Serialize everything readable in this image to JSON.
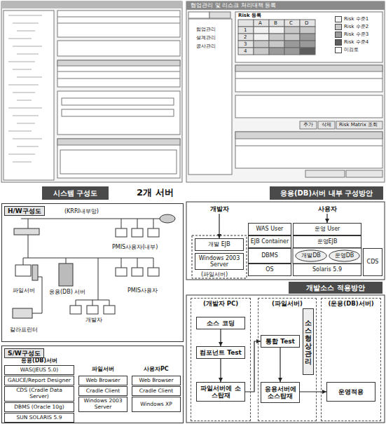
{
  "diagram": {
    "nodes": [
      {
        "text": [
          "시스템 구성도"
        ]
      },
      {
        "text": [
          "응용(DB)서버 내부 구성방안"
        ]
      },
      {
        "text": [
          "H/W구성도"
        ]
      },
      {
        "text": [
          "개발자"
        ]
      },
      {
        "text": [
          "사용자"
        ]
      },
      {
        "text": [
          "개발 EJB"
        ]
      },
      {
        "text": [
          "Windows 2003 Server"
        ]
      },
      {
        "text": [
          "WAS User"
        ]
      },
      {
        "text": [
          "운영 User"
        ]
      },
      {
        "text": [
          "EJB Container"
        ]
      },
      {
        "text": [
          "운영EJB"
        ]
      },
      {
        "text": [
          "DBMS"
        ]
      },
      {
        "text": [
          "개발DB"
        ]
      },
      {
        "text": [
          "운영DB"
        ]
      },
      {
        "text": [
          "CDS"
        ]
      },
      {
        "text": [
          "OS"
        ]
      },
      {
        "text": [
          "Solaris 5.9"
        ]
      },
      {
        "text": [
          "개발소스 적용방안"
        ]
      },
      {
        "text": [
          "S/W구성도"
        ]
      },
      {
        "text": [
          "WAS(JEUS 5.0)"
        ],
        "in": 18
      },
      {
        "text": [
          "GAUCE/Report Designer"
        ],
        "in": 18
      },
      {
        "text": [
          "CDS (Cradle Data Server)"
        ],
        "in": 18
      },
      {
        "text": [
          "DBMS (Oracle 10g)"
        ],
        "in": 18
      },
      {
        "text": [
          "SUN SOLARIS 5.9"
        ],
        "in": 18
      },
      {
        "text": [
          "Web Browser"
        ],
        "in": 18
      },
      {
        "text": [
          "Cradle Client"
        ],
        "in": 18
      },
      {
        "text": [
          "Windows 2003 Server"
        ],
        "in": 18
      },
      {
        "text": [
          "Web Browser"
        ],
        "in": 18
      },
      {
        "text": [
          "Cradle Client"
        ],
        "in": 18
      },
      {
        "text": [
          "Windows XP"
        ],
        "in": 18
      },
      {
        "text": [
          "(개발자 PC)"
        ]
      },
      {
        "text": [
          "소스 코딩"
        ],
        "in": 30
      },
      {
        "text": [
          "컴포넌트 Test"
        ],
        "in": 30
      },
      {
        "text": [
          "파일서버에 소스탑재"
        ],
        "in": 30
      },
      {
        "text": [
          "(파일서버)"
        ]
      },
      {
        "text": [
          "소스형상관리"
        ],
        "in": 34
      },
      {
        "text": [
          "통합 Test"
        ],
        "in": 34
      },
      {
        "text": [
          "응용서버에 소스탑재"
        ],
        "in": 34
      },
      {
        "text": [
          "(운용(DB)서버)"
        ]
      },
      {
        "text": [
          "운영적용"
        ],
        "in": 38
      }
    ],
    "edges": [
      {
        "from": 3,
        "to": 5,
        "arrow": "to"
      },
      {
        "from": 4,
        "to": 8,
        "arrow": "to"
      },
      {
        "from": 31,
        "to": 32,
        "arrow": "to"
      },
      {
        "from": 32,
        "to": 33,
        "arrow": "to"
      },
      {
        "from": 33,
        "to": 36,
        "arrow": "to"
      },
      {
        "from": 36,
        "to": 37,
        "arrow": "to"
      },
      {
        "from": 37,
        "to": 39,
        "arrow": "to"
      }
    ],
    "labels": [
      "2개 서버",
      "(KRRI내부망)",
      "PMIS사용자(내부)",
      "파일서버",
      "응용(DB) 서버",
      "PMIS사용자",
      "개발자",
      "칼라프린터",
      "(파일서버)",
      "응용(DB)서버",
      "파일서버",
      "사용자PC",
      "협업관리 및 리스크 처리대책 등록",
      "Risk 등록",
      "A",
      "B",
      "C",
      "D",
      "추가",
      "삭제",
      "Risk Matrix 조회",
      "협업관리",
      "설계관리",
      "공사관리",
      "1",
      "2",
      "3",
      "4"
    ],
    "legend": [
      {
        "text": "Risk 수준1",
        "color": "#f2f2f2"
      },
      {
        "text": "Risk 수준2",
        "color": "#c8c8c8"
      },
      {
        "text": "Risk 수준3",
        "color": "#9a9a9a"
      },
      {
        "text": "Risk 수준4",
        "color": "#5e5e5e"
      },
      {
        "text": "미검토",
        "color": "#ffffff"
      }
    ]
  }
}
